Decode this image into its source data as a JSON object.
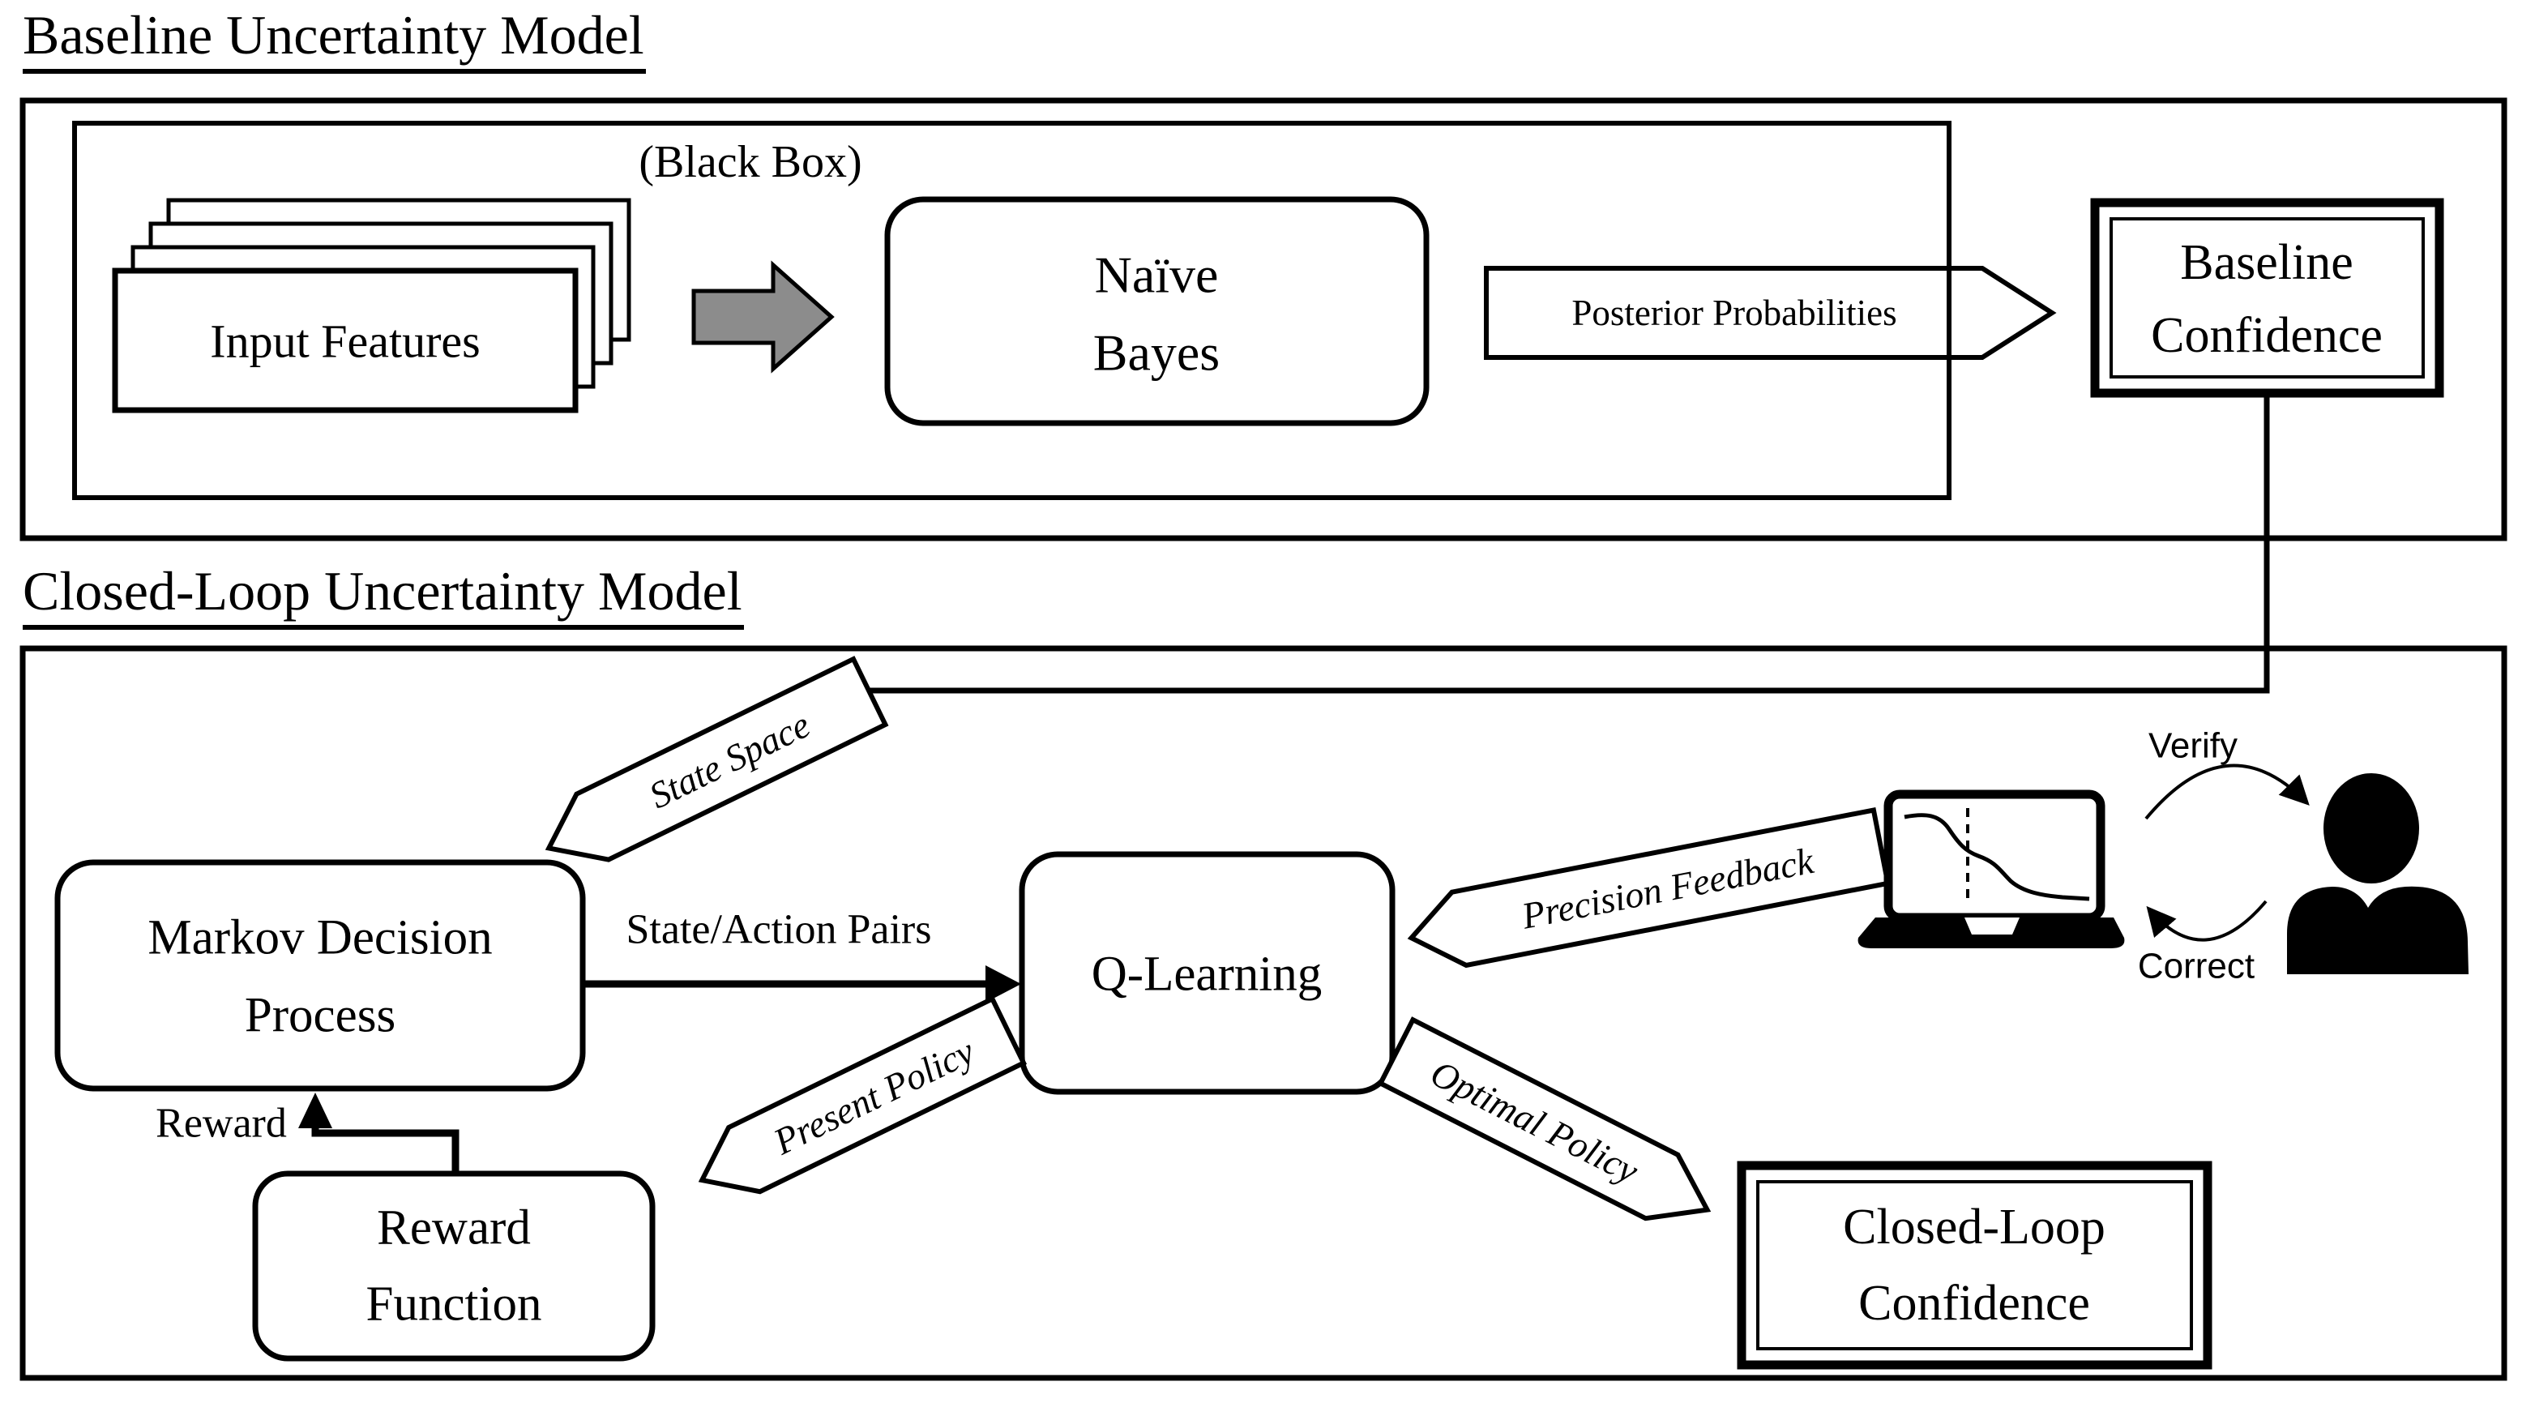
{
  "baseline": {
    "title": "Baseline Uncertainty Model",
    "black_box_label": "(Black Box)",
    "input_features_label": "Input Features",
    "naive_bayes": {
      "line1": "Naïve",
      "line2": "Bayes"
    },
    "posterior_banner_label": "Posterior Probabilities",
    "baseline_confidence": {
      "line1": "Baseline",
      "line2": "Confidence"
    }
  },
  "closed_loop": {
    "title": "Closed-Loop Uncertainty Model",
    "state_space_banner_label": "State Space",
    "mdp": {
      "line1": "Markov Decision",
      "line2": "Process"
    },
    "state_action_pairs_label": "State/Action Pairs",
    "q_learning_label": "Q-Learning",
    "precision_feedback_banner_label": "Precision Feedback",
    "verify_label": "Verify",
    "correct_label": "Correct",
    "present_policy_banner_label": "Present Policy",
    "reward_arrow_label": "Reward",
    "reward_function": {
      "line1": "Reward",
      "line2": "Function"
    },
    "optimal_policy_banner_label": "Optimal Policy",
    "closed_loop_confidence": {
      "line1": "Closed-Loop",
      "line2": "Confidence"
    }
  },
  "colors": {
    "ink": "#000000",
    "paper": "#ffffff",
    "block_arrow_fill": "#8c8c8c"
  }
}
